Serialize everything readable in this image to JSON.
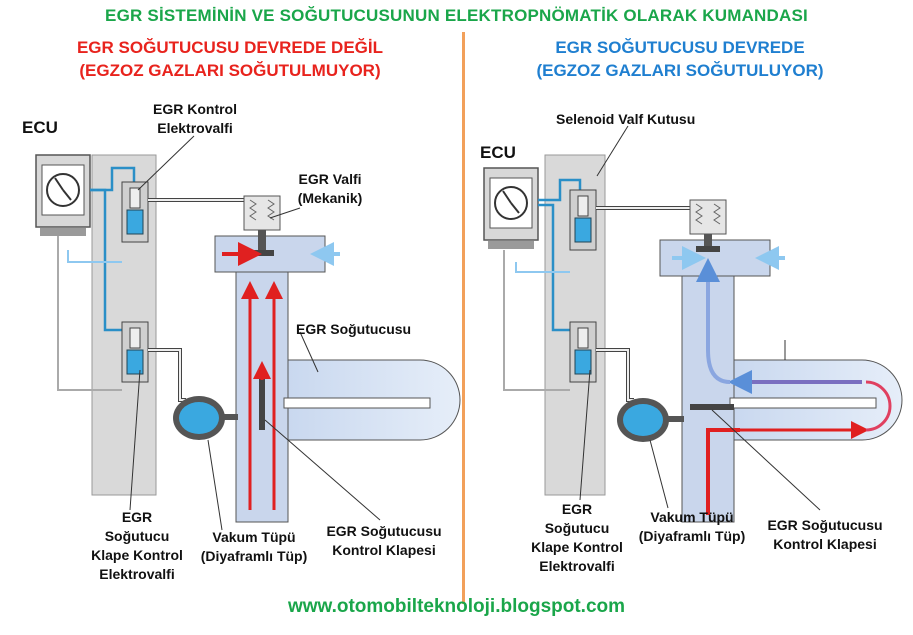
{
  "main_title": "EGR SİSTEMİNİN VE SOĞUTUCUSUNUN  ELEKTROPNÖMATİK OLARAK KUMANDASI",
  "left": {
    "heading_line1": "EGR SOĞUTUCUSU DEVREDE DEĞİL",
    "heading_line2": "(EGZOZ GAZLARI SOĞUTULMUYOR)",
    "ecu": "ECU",
    "egr_control_valve": [
      "EGR Kontrol",
      "Elektrovalfi"
    ],
    "egr_valve": [
      "EGR Valfi",
      "(Mekanik)"
    ],
    "egr_cooler": "EGR Soğutucusu",
    "flap_control_valve": [
      "EGR",
      "Soğutucu",
      "Klape Kontrol",
      "Elektrovalfi"
    ],
    "vacuum_tube": [
      "Vakum Tüpü",
      "(Diyaframlı Tüp)"
    ],
    "cooler_flap": [
      "EGR Soğutucusu",
      "Kontrol Klapesi"
    ]
  },
  "right": {
    "heading_line1": "EGR SOĞUTUCUSU DEVREDE",
    "heading_line2": "(EGZOZ GAZLARI SOĞUTULUYOR)",
    "ecu": "ECU",
    "solenoid_box": "Selenoid Valf Kutusu",
    "flap_control_valve": [
      "EGR",
      "Soğutucu",
      "Klape Kontrol",
      "Elektrovalfi"
    ],
    "vacuum_tube": [
      "Vakum Tüpü",
      "(Diyaframlı Tüp)"
    ],
    "cooler_flap": [
      "EGR Soğutucusu",
      "Kontrol Klapesi"
    ]
  },
  "footer_url": "www.otomobilteknoloji.blogspot.com",
  "colors": {
    "title_green": "#1aa64a",
    "heading_red": "#e8231d",
    "heading_blue": "#1f7fd0",
    "divider_orange": "#f2a05a",
    "gas_red": "#e02020",
    "fluid_blue": "#3aa8e0"
  }
}
